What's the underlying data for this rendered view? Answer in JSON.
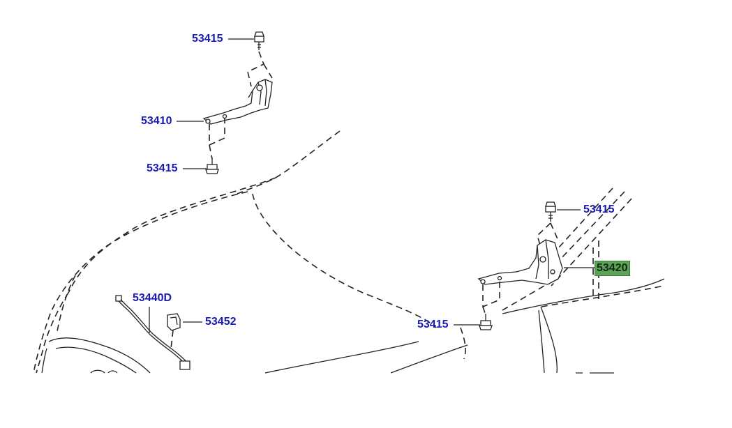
{
  "callouts": {
    "bolt_top": "53415",
    "hinge_left": "53410",
    "bolt_left_lower": "53415",
    "cable_release": "53440D",
    "clip": "53452",
    "bolt_center": "53415",
    "bolt_right_top": "53415",
    "hinge_right": "53420"
  },
  "colors": {
    "callout_text": "#1a1ab4",
    "highlight": "#5ea35a"
  }
}
